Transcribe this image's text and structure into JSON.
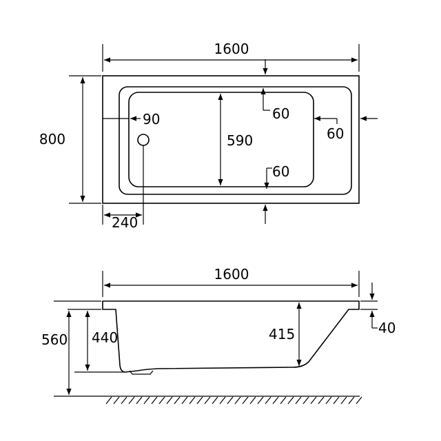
{
  "plan_view": {
    "overall_length": "1600",
    "overall_width": "800",
    "inner_width": "590",
    "waste_offset_side": "90",
    "waste_offset_end": "240",
    "rim_top": "60",
    "rim_bottom": "60",
    "rim_end": "60"
  },
  "side_view": {
    "overall_length": "1600",
    "total_height": "560",
    "tub_height": "440",
    "inner_depth": "415",
    "rim_thickness": "40"
  }
}
